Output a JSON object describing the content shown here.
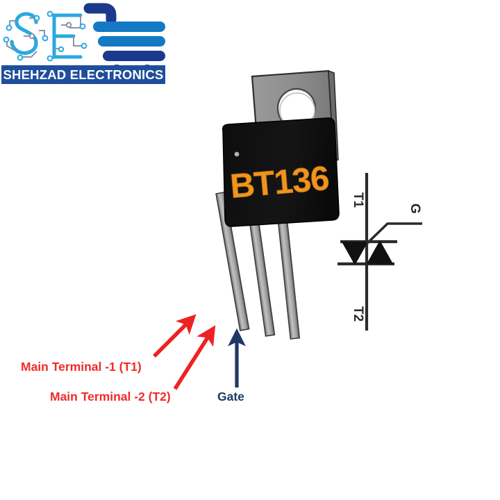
{
  "brand": {
    "name": "SHEHZAD ELECTRONICS",
    "logo_letters": "SE",
    "logo_icon": "shopping-cart-icon",
    "banner_color": "#1f4e9c",
    "accent_light_blue": "#2aa8e0",
    "accent_dark_blue": "#1f3864"
  },
  "component": {
    "part_number": "BT136",
    "package": "TO-220",
    "marking_color": "#f0941e",
    "body_color": "#121212",
    "tab_color": "#8c8c8c",
    "lead_color": "#a8a8a8",
    "lead_count": 3
  },
  "callouts": [
    {
      "id": "t1",
      "label": "Main Terminal -1 (T1)",
      "color": "#ef2b2b",
      "arrow": "red-diagonal-arrow"
    },
    {
      "id": "t2",
      "label": "Main Terminal -2 (T2)",
      "color": "#ef2b2b",
      "arrow": "red-diagonal-arrow"
    },
    {
      "id": "gate",
      "label": "Gate",
      "color": "#1f3864",
      "arrow": "blue-vertical-arrow"
    }
  ],
  "schematic": {
    "type": "triac-symbol",
    "terminal_top": "T1",
    "terminal_bottom": "T2",
    "terminal_gate": "G",
    "line_color": "#2b2b2b"
  }
}
